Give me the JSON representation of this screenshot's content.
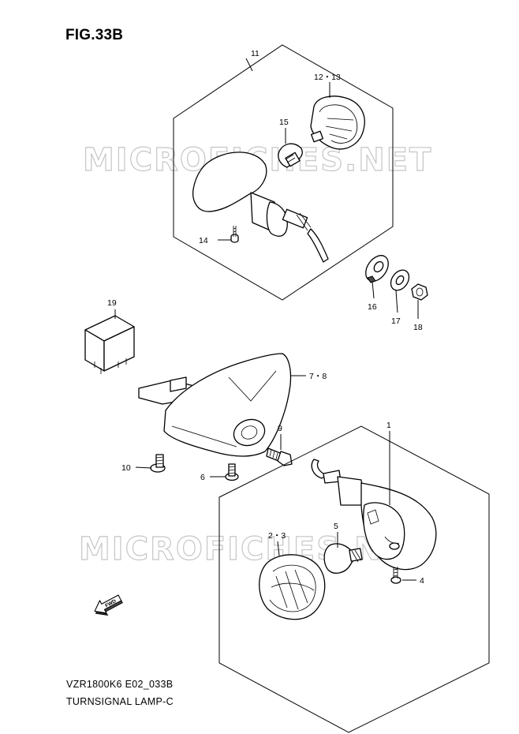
{
  "figure": {
    "title": "FIG.33B",
    "model_code": "VZR1800K6 E02_033B",
    "assembly_name": "TURNSIGNAL LAMP-C",
    "watermark": "MICROFICHES.NET"
  },
  "callouts": {
    "c1": "1",
    "c23": "2・3",
    "c4": "4",
    "c5": "5",
    "c6": "6",
    "c78": "7・8",
    "c9": "9",
    "c10": "10",
    "c11": "11",
    "c1213": "12・13",
    "c14": "14",
    "c15": "15",
    "c16": "16",
    "c17": "17",
    "c18": "18",
    "c19": "19"
  },
  "direction_icon": {
    "label": "FWD",
    "icon": "forward-arrow-icon"
  }
}
